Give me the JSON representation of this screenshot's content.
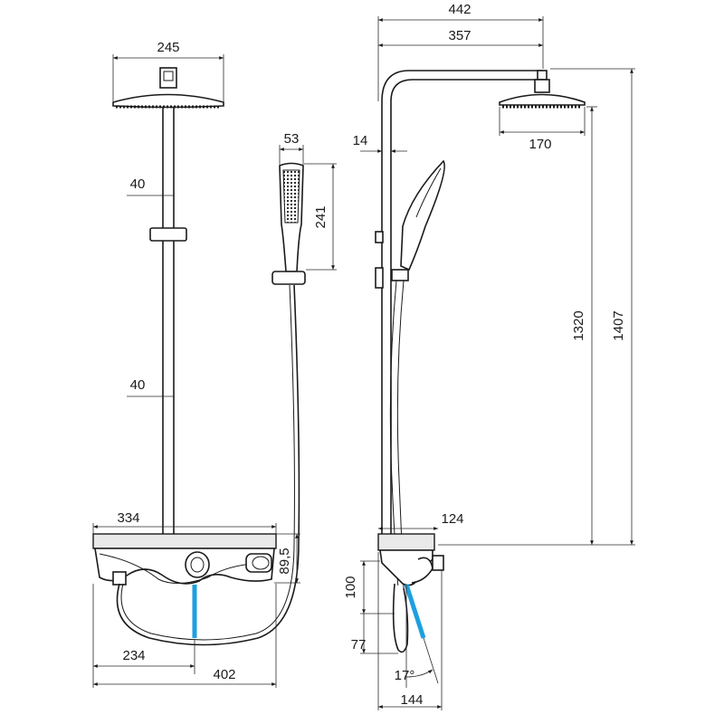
{
  "dimensions": {
    "front_head_width": "245",
    "front_rail_upper": "40",
    "front_rail_lower": "40",
    "handshower_width": "53",
    "handshower_length": "241",
    "panel_width": "334",
    "panel_height": "89,5",
    "spout_offset": "234",
    "total_width": "402",
    "side_total_reach": "442",
    "side_arm_reach": "357",
    "side_tube": "14",
    "side_head_diameter": "170",
    "side_height_head": "1320",
    "side_height_total": "1407",
    "side_panel_depth": "124",
    "side_panel_height": "100",
    "side_spout_drop": "77",
    "side_spout_angle": "17°",
    "side_base_depth": "144"
  },
  "colors": {
    "line": "#1a1a1a",
    "water": "#1e9fe0",
    "panel_fill": "#e9e9e9"
  }
}
